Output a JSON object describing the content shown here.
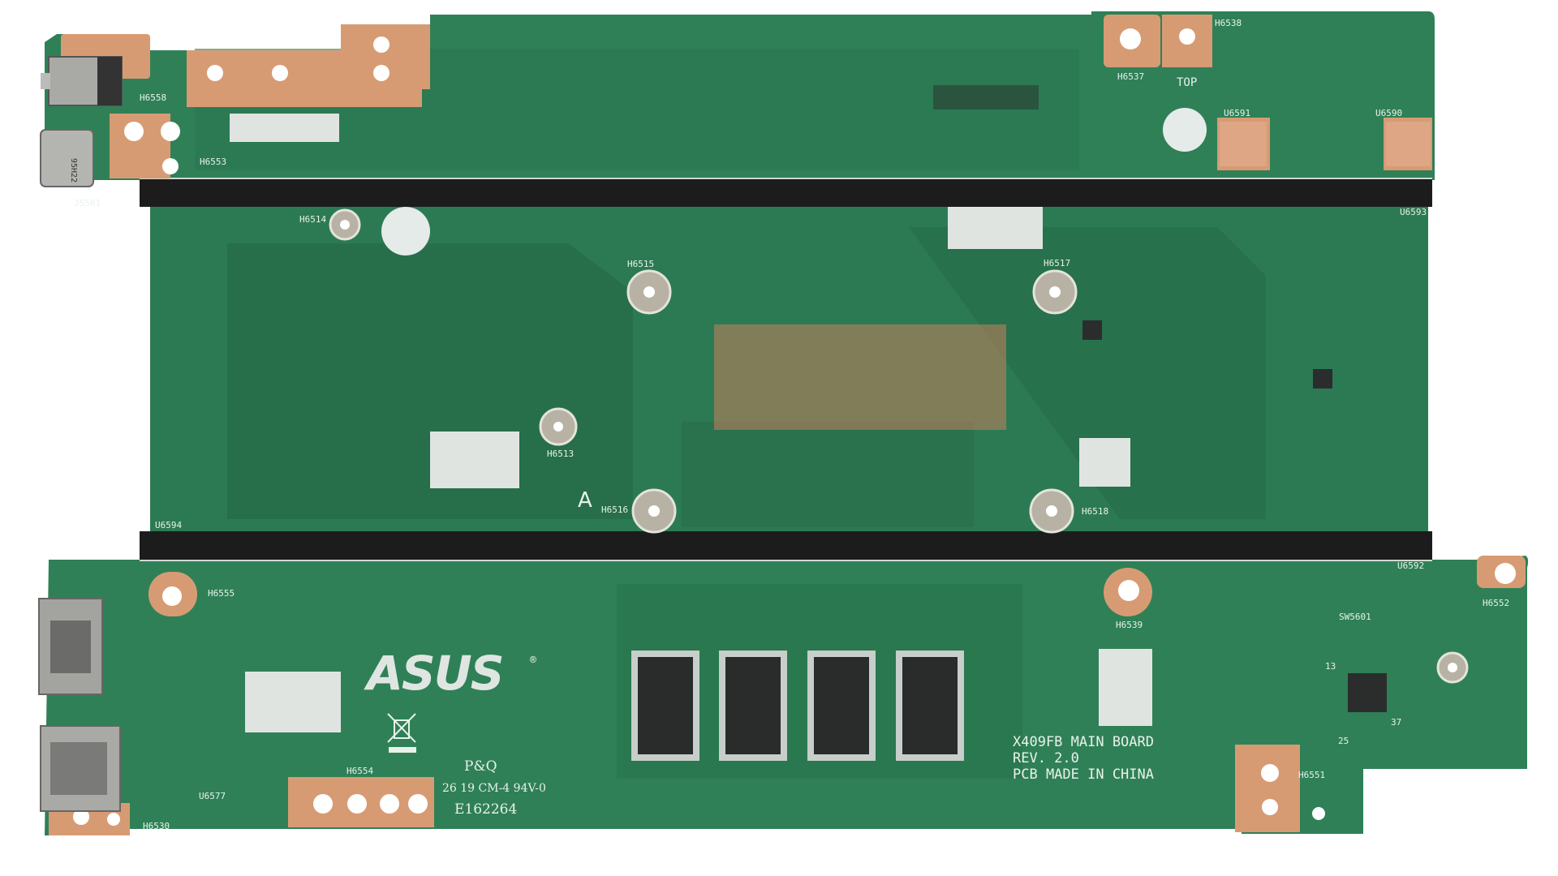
{
  "board": {
    "model_text": "X409FB MAIN BOARD",
    "revision_text": "REV. 2.0",
    "origin_text": "PCB MADE IN CHINA",
    "brand_logo": "ASUS",
    "pq_mark": "P&Q",
    "cert_text": "26 19 CM-4 94V-0",
    "ul_file": "E162264",
    "side_letter": "A",
    "top_mark": "TOP",
    "usb_c_marking": "95H22",
    "colors": {
      "pcb": "#2e7d55",
      "pcb_dark": "#1f6a47",
      "copper": "#d79b74",
      "foam": "#1c1c1c",
      "silk": "#e8f2ea"
    }
  },
  "refdes": {
    "h6558": "H6558",
    "j5501": "J5501",
    "h6553": "H6553",
    "h6514": "H6514",
    "h6515": "H6515",
    "h6517": "H6517",
    "u6593": "U6593",
    "h6513": "H6513",
    "h6516": "H6516",
    "h6518": "H6518",
    "u6594": "U6594",
    "h6555": "H6555",
    "h6554": "H6554",
    "u6577": "U6577",
    "h6530": "H6530",
    "h6539": "H6539",
    "sw5601": "SW5601",
    "h6552": "H6552",
    "h6551": "H6551",
    "u6592": "U6592",
    "h6538": "H6538",
    "h6537": "H6537",
    "u6591": "U6591",
    "u6590": "U6590"
  },
  "pin_marks": {
    "p13": "13",
    "p25": "25",
    "p37": "37"
  }
}
